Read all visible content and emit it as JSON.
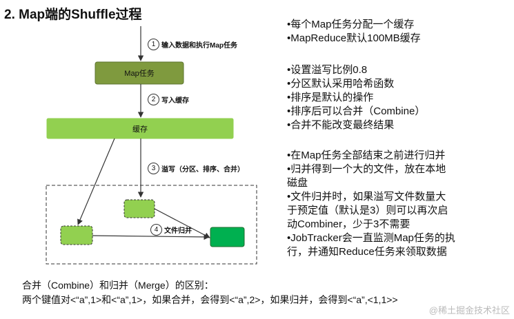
{
  "title": "2. Map端的Shuffle过程",
  "steps": {
    "s1": {
      "num": "1",
      "label": "输入数据和执行Map任务"
    },
    "s2": {
      "num": "2",
      "label": "写入缓存"
    },
    "s3": {
      "num": "3",
      "label": "溢写（分区、排序、合并）"
    },
    "s4": {
      "num": "4",
      "label": "文件归并"
    }
  },
  "boxes": {
    "map_task": "Map任务",
    "buffer": "缓存"
  },
  "notes": {
    "group1": [
      "•每个Map任务分配一个缓存",
      "•MapReduce默认100MB缓存"
    ],
    "group2": [
      "•设置溢写比例0.8",
      "•分区默认采用哈希函数",
      "•排序是默认的操作",
      "•排序后可以合并（Combine）",
      "•合并不能改变最终结果"
    ],
    "group3": [
      "•在Map任务全部结束之前进行归并",
      "•归并得到一个大的文件，放在本地",
      "磁盘",
      "•文件归并时，如果溢写文件数量大",
      "于预定值（默认是3）则可以再次启",
      "动Combiner，少于3不需要",
      "•JobTracker会一直监测Map任务的执",
      "行，并通知Reduce任务来领取数据"
    ]
  },
  "bottom": {
    "line1": "合并（Combine）和归并（Merge）的区别：",
    "line2": "两个键值对<“a”,1>和<“a”,1>，如果合并，会得到<“a”,2>，如果归并，会得到<“a”,<1,1>>"
  },
  "watermark": "@稀土掘金技术社区",
  "colors": {
    "map_task_fill": "#7f9a3e",
    "buffer_fill": "#92d050",
    "spill_fill": "#92d050",
    "merged_fill": "#00b050"
  }
}
